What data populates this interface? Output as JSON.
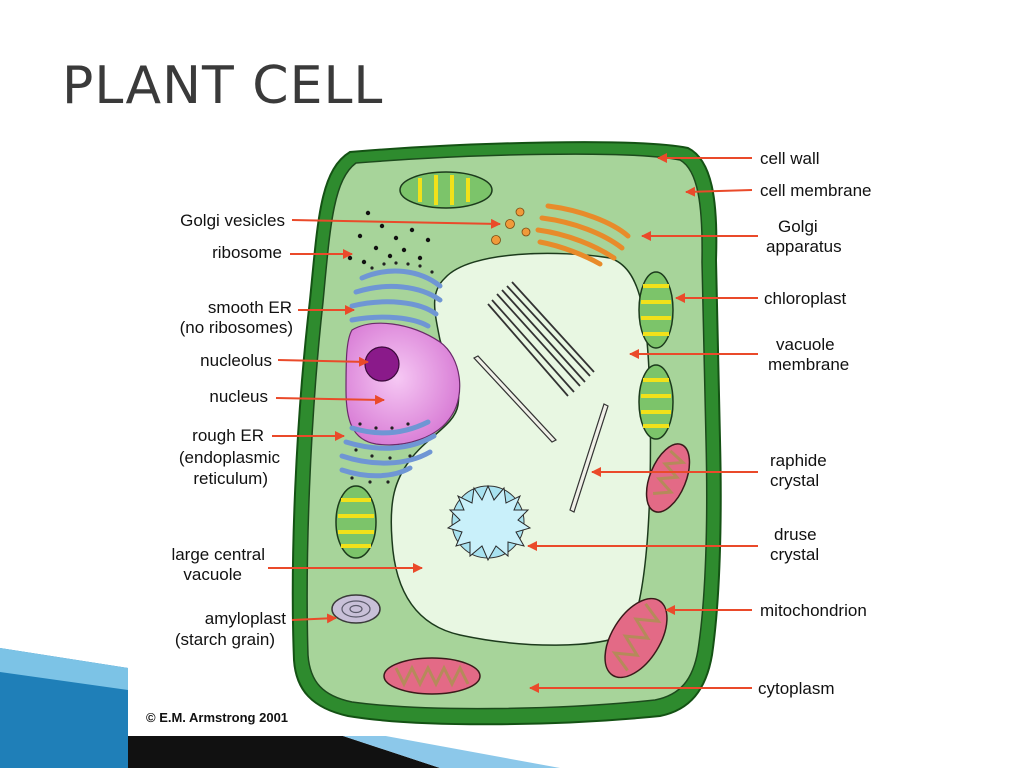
{
  "slide": {
    "title": "PLANT CELL"
  },
  "diagram": {
    "labels_left": {
      "golgi_vesicles": "Golgi vesicles",
      "ribosome": "ribosome",
      "smooth_er_1": "smooth ER",
      "smooth_er_2": "(no ribosomes)",
      "nucleolus": "nucleolus",
      "nucleus": "nucleus",
      "rough_er_1": "rough ER",
      "rough_er_2": "(endoplasmic",
      "rough_er_3": "reticulum)",
      "vacuole_1": "large central",
      "vacuole_2": "vacuole",
      "amyloplast_1": "amyloplast",
      "amyloplast_2": "(starch grain)"
    },
    "labels_right": {
      "cell_wall": "cell wall",
      "cell_membrane": "cell membrane",
      "golgi_1": "Golgi",
      "golgi_2": "apparatus",
      "chloroplast": "chloroplast",
      "vacuole_membrane_1": "vacuole",
      "vacuole_membrane_2": "membrane",
      "raphide_1": "raphide",
      "raphide_2": "crystal",
      "druse_1": "druse",
      "druse_2": "crystal",
      "mitochondrion": "mitochondrion",
      "cytoplasm": "cytoplasm"
    },
    "copyright": "© E.M. Armstrong 2001",
    "colors": {
      "cell_wall": "#2e8b2e",
      "cytoplasm": "#a7d49a",
      "vacuole": "#e8f7e2",
      "nucleus": "#e8a6e6",
      "nucleolus": "#8a1a8a",
      "golgi": "#f09a3a",
      "er": "#8fb3e6",
      "chloroplast": "#7cc46a",
      "mitochondrion": "#e36a86",
      "arrow": "#ea4a2a"
    }
  }
}
